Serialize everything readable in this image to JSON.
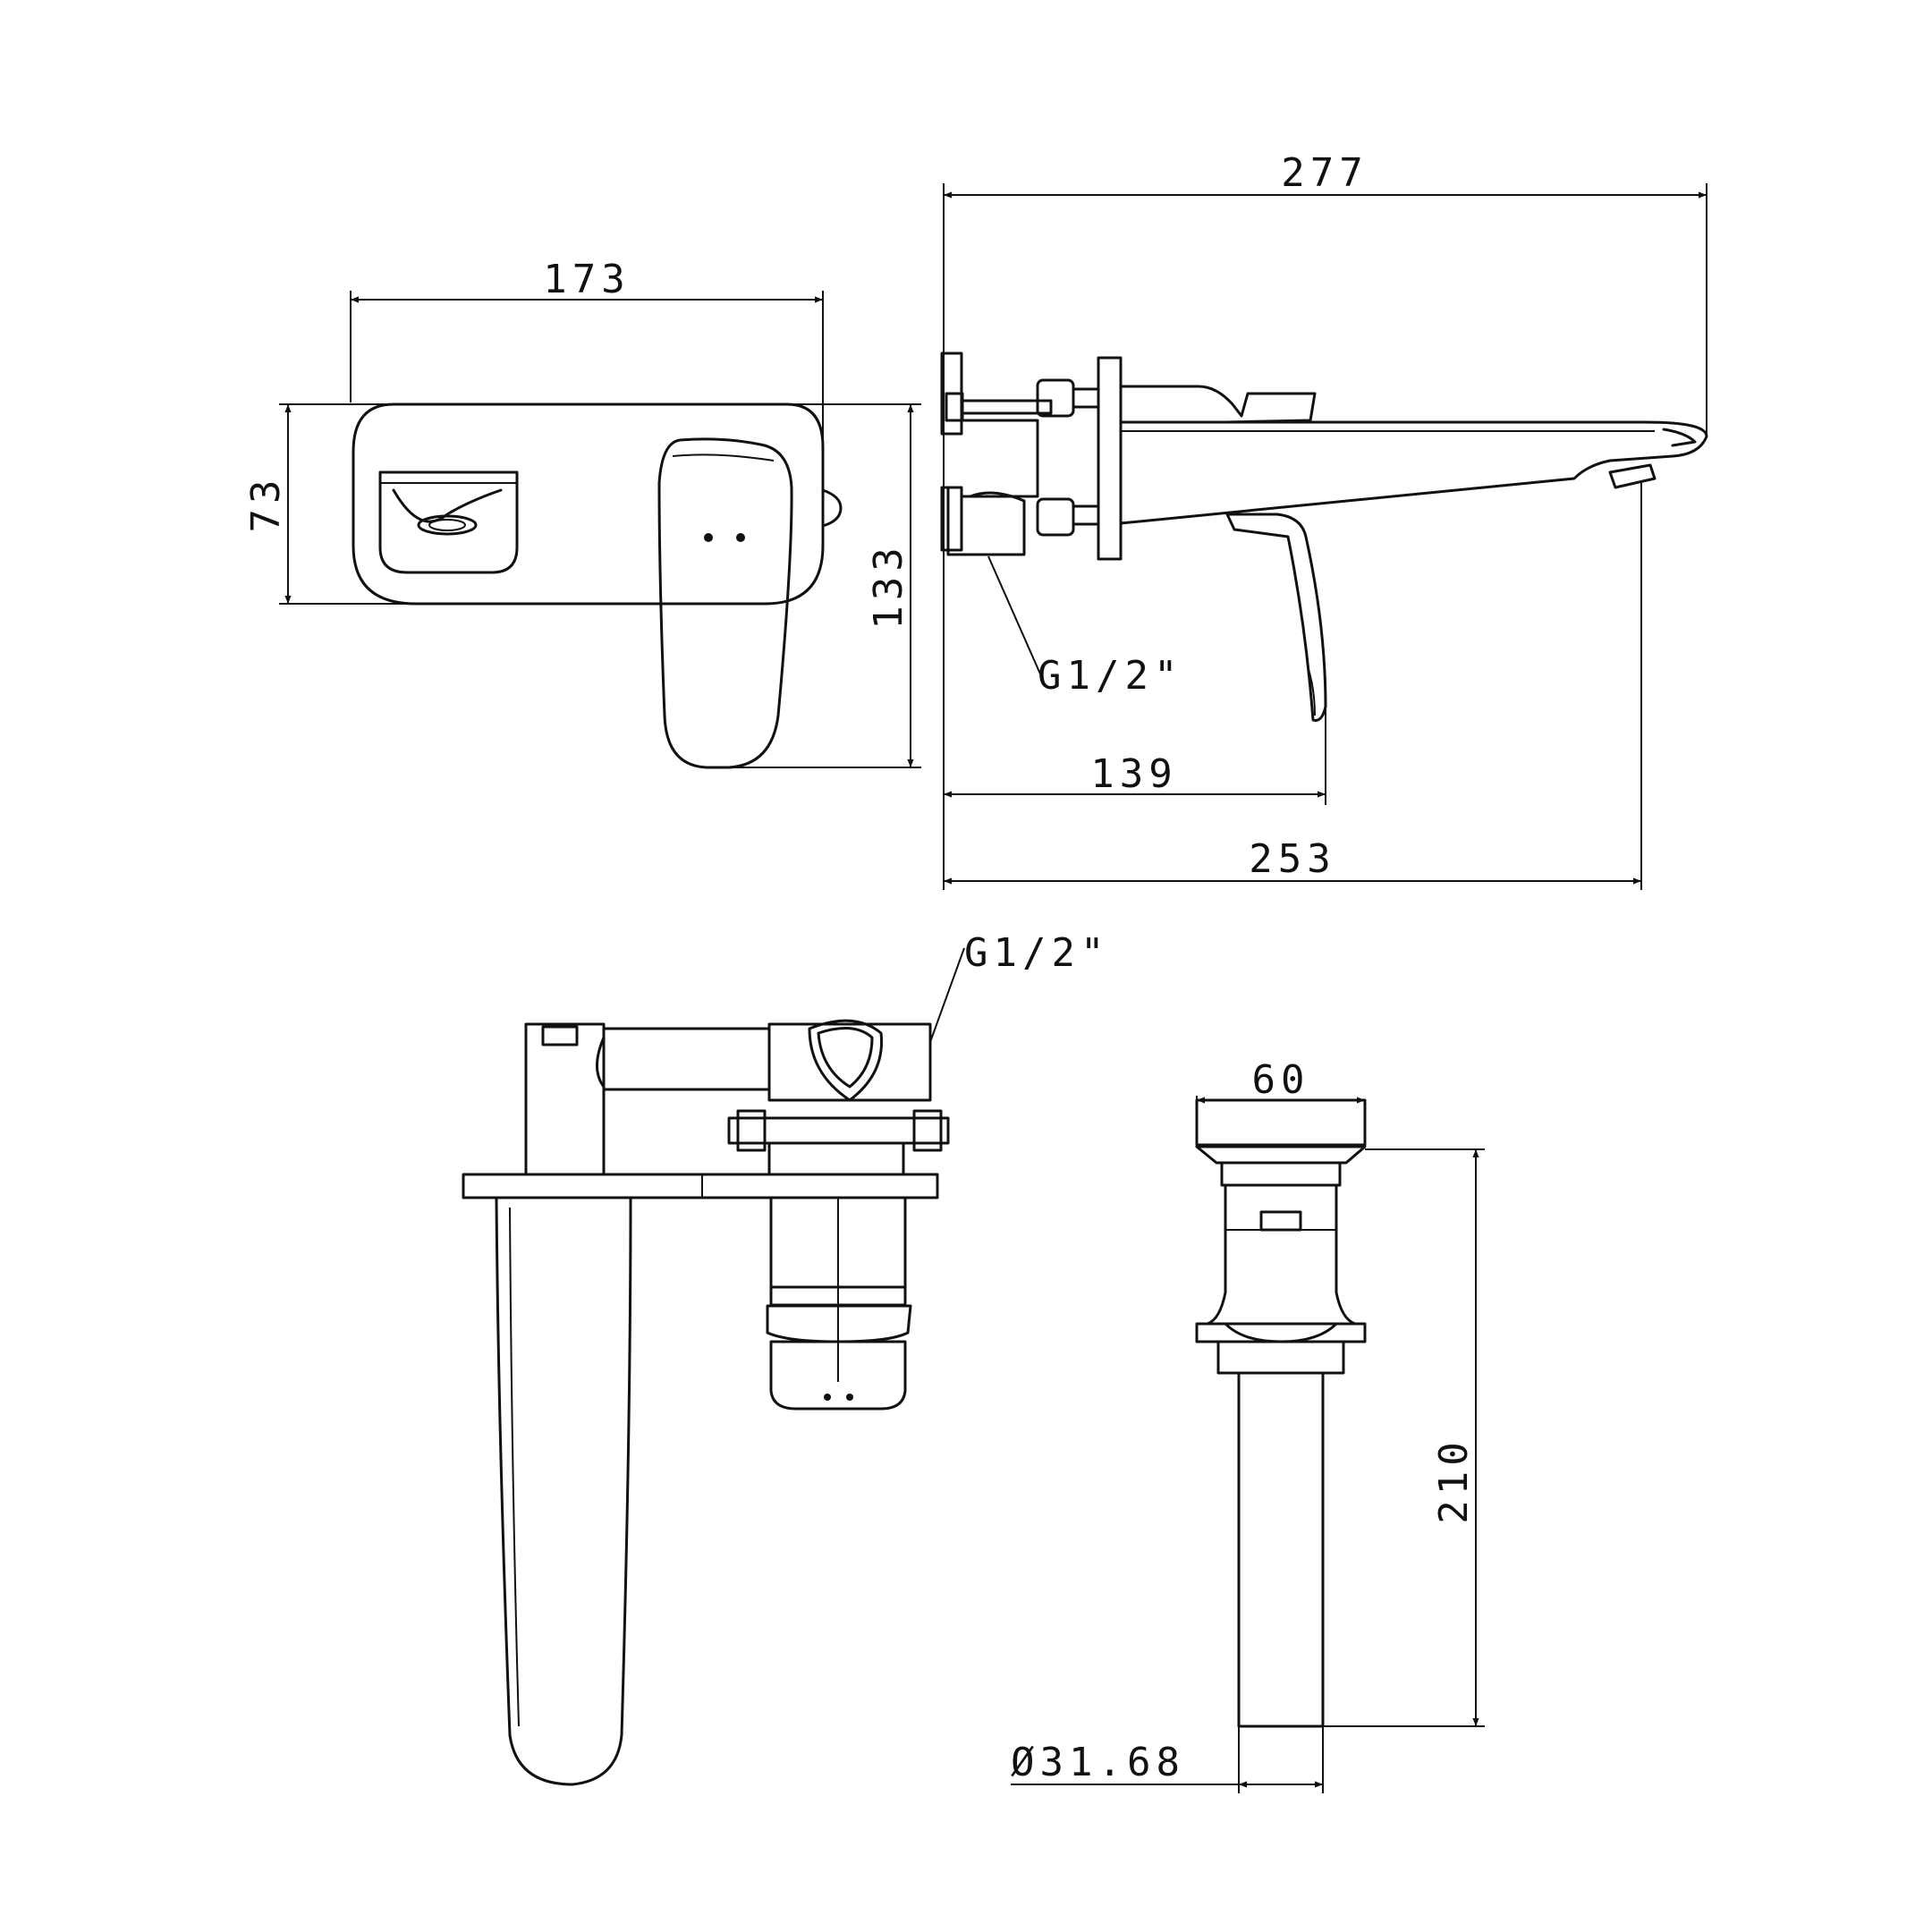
{
  "diagram": {
    "colors": {
      "line": "#111111",
      "background": "#ffffff"
    },
    "dimensions": {
      "front_width": "173",
      "front_plate_height": "73",
      "front_total_height": "133",
      "side_total_length": "277",
      "side_spout_reach": "253",
      "side_lever_depth": "139",
      "side_thread": "G1/2\"",
      "top_thread": "G1/2\"",
      "waste_head_diameter": "60",
      "waste_length": "210",
      "waste_tube_diameter": "Ø31.68"
    }
  }
}
